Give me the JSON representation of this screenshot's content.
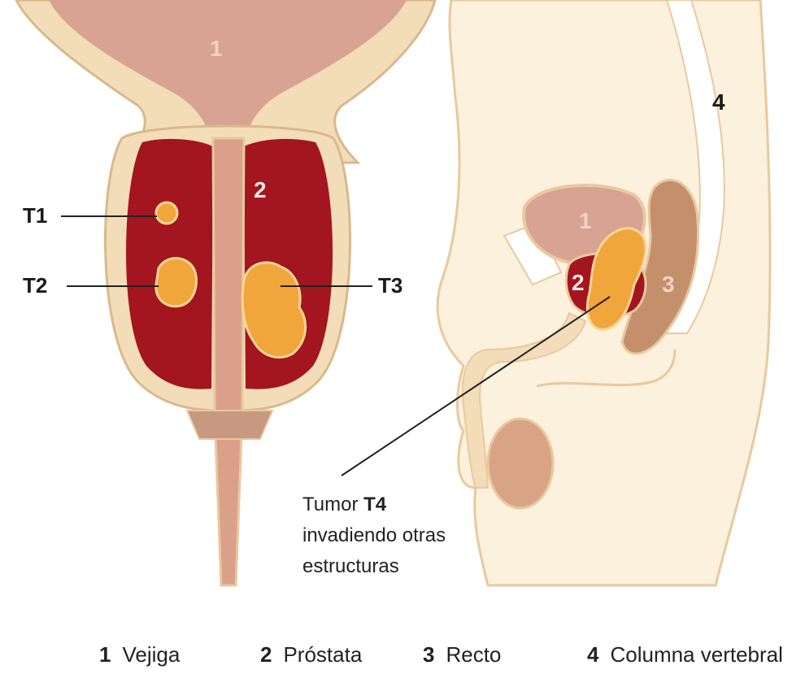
{
  "diagram": {
    "stage_labels": [
      "T1",
      "T2",
      "T3"
    ],
    "front_view_numbers": [
      "1",
      "2"
    ],
    "side_view_numbers": [
      "1",
      "2",
      "3",
      "4"
    ],
    "caption": {
      "prefix": "Tumor",
      "stage": "T4",
      "line2": "invadiendo otras",
      "line3": "estructuras"
    },
    "legend": [
      {
        "num": "1",
        "label": "Vejiga"
      },
      {
        "num": "2",
        "label": "Próstata"
      },
      {
        "num": "3",
        "label": "Recto"
      },
      {
        "num": "4",
        "label": "Columna vertebral"
      }
    ],
    "colors": {
      "bladder": "#d6a393",
      "prostate": "#a3151f",
      "tumor": "#f0a63a",
      "body_outline": "#e8c9a0",
      "skin": "#fbf1dc",
      "rectum": "#c4906c"
    }
  }
}
